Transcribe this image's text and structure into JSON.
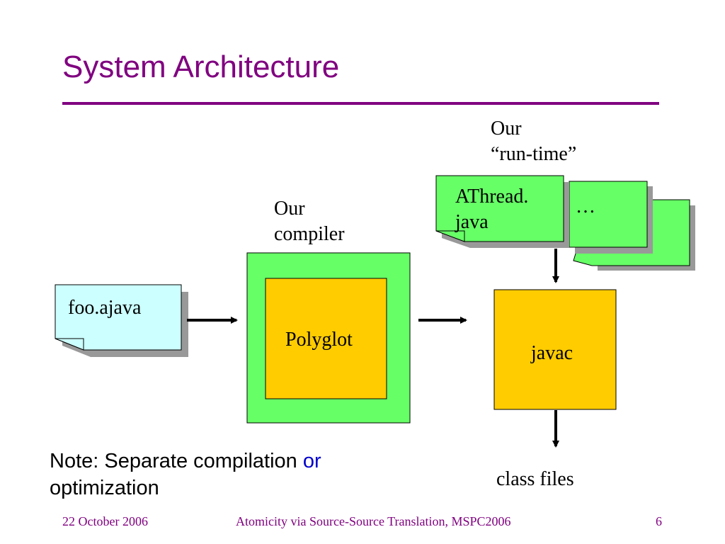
{
  "slide": {
    "title": "System Architecture",
    "colors": {
      "title": "#800080",
      "note_accent": "#0000CC",
      "compiler_outer": "#66FF66",
      "compiler_inner": "#FFCC00",
      "source_doc": "#CCFFFF",
      "runtime_doc": "#66FF66",
      "shadow": "#999999"
    }
  },
  "diagram": {
    "compiler_caption": [
      "Our",
      "compiler"
    ],
    "runtime_caption": [
      "Our",
      "“run-time”"
    ],
    "source_file": "foo.ajava",
    "compiler_name": "Polyglot",
    "runtime_doc_text": [
      "AThread.",
      "java"
    ],
    "runtime_more": "…",
    "javac_label": "javac",
    "output_label": "class files"
  },
  "note": {
    "text": "Note: Separate compilation ",
    "accent": "or",
    "text2": "optimization"
  },
  "footer": {
    "date": "22 October 2006",
    "center": "Atomicity via Source-Source Translation, MSPC2006",
    "page": "6"
  }
}
